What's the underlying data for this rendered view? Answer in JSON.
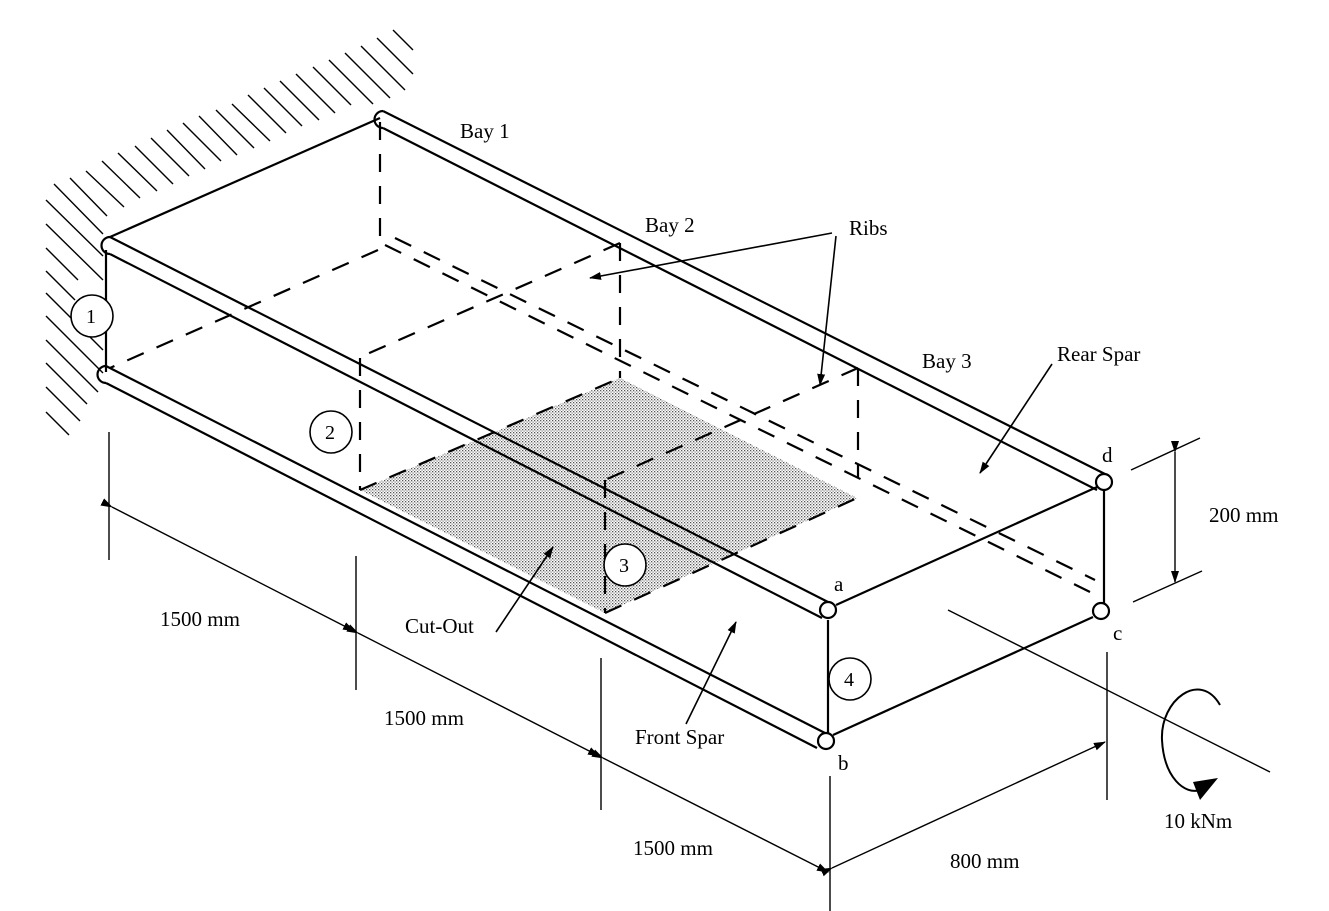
{
  "diagram": {
    "title_labels": {
      "bay1": "Bay  1",
      "bay2": "Bay  2",
      "bay3": "Bay  3",
      "ribs": "Ribs",
      "rear_spar": "Rear Spar",
      "front_spar": "Front Spar",
      "cut_out": "Cut-Out"
    },
    "panels": [
      "1",
      "2",
      "3",
      "4"
    ],
    "corners": {
      "a": "a",
      "b": "b",
      "c": "c",
      "d": "d"
    },
    "dimensions": {
      "bay_length_1": "1500 mm",
      "bay_length_2": "1500 mm",
      "bay_length_3": "1500 mm",
      "width": "800 mm",
      "height": "200 mm"
    },
    "load": {
      "torque": "10 kNm"
    },
    "colors": {
      "line": "#000000",
      "cutout_fill": "#b8b8b8"
    }
  }
}
